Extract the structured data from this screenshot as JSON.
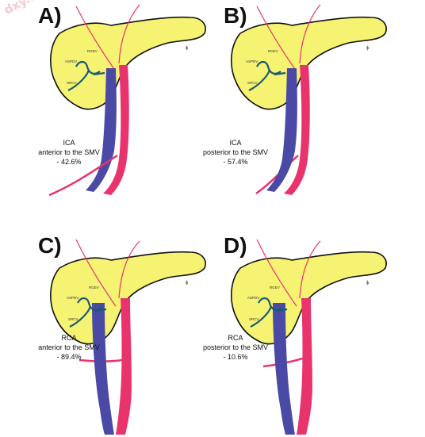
{
  "watermark": "dxy.cn",
  "labels": {
    "aspdv": "ASPDV",
    "rgev": "RGEV",
    "srcv": "SRCV"
  },
  "colors": {
    "pancreas": "#f6f272",
    "vein": "#4a4aa6",
    "artery": "#e8336d",
    "outline": "#111111",
    "trunk": "#1a5a72"
  },
  "panels": [
    {
      "letter": "A)",
      "vessel": "ICA",
      "relation": "anterior to the SMV",
      "pct": "- 42.6%"
    },
    {
      "letter": "B)",
      "vessel": "ICA",
      "relation": "posterior to the SMV",
      "pct": "- 57.4%"
    },
    {
      "letter": "C)",
      "vessel": "RCA",
      "relation": "anterior to the SMV",
      "pct": "- 89.4%"
    },
    {
      "letter": "D)",
      "vessel": "RCA",
      "relation": "posterior to the SMV",
      "pct": "- 10.6%"
    }
  ]
}
